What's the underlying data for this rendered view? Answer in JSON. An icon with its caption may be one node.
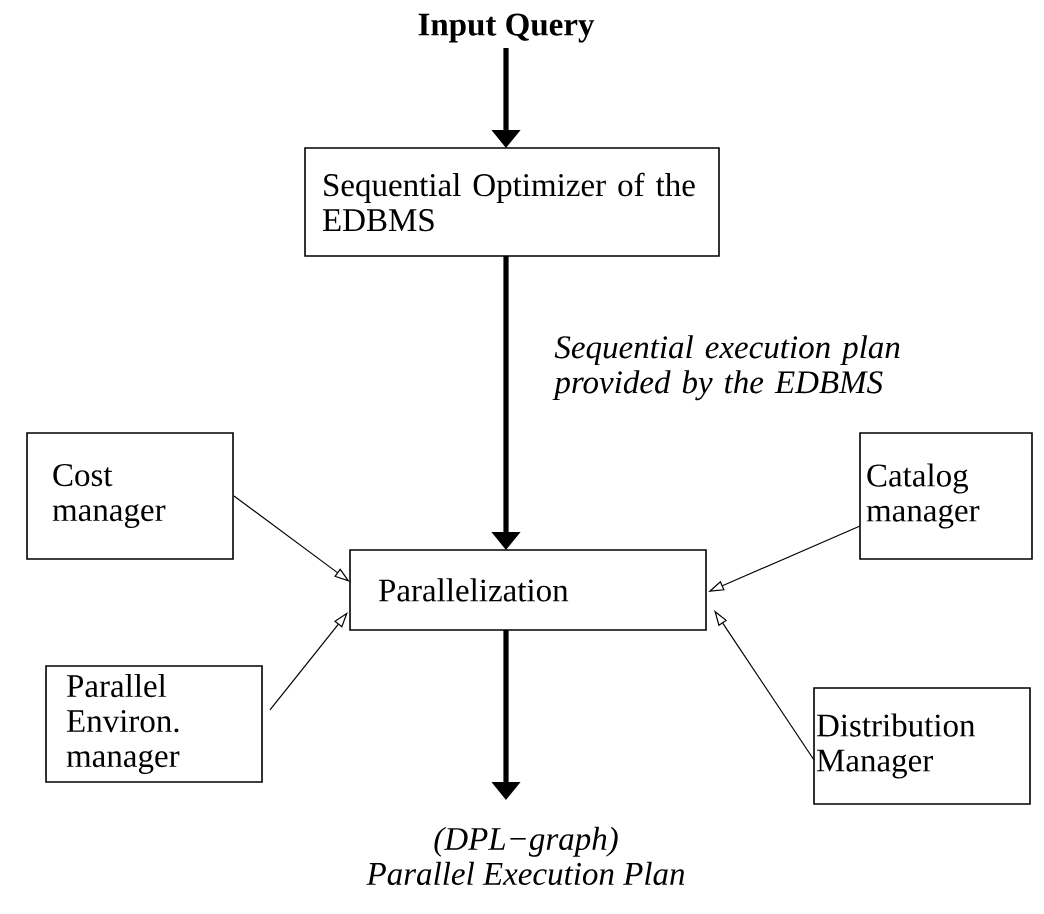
{
  "diagram": {
    "nodes": [
      {
        "text": [
          "Input Query"
        ]
      },
      {
        "text": [
          "Sequential Optimizer of the EDBMS"
        ]
      },
      {
        "text": [
          "Cost manager"
        ]
      },
      {
        "text": [
          "Catalog manager"
        ]
      },
      {
        "text": [
          "Parallelization"
        ]
      },
      {
        "text": [
          "Parallel Environ. manager"
        ]
      },
      {
        "text": [
          "Distribution Manager"
        ]
      },
      {
        "text": [
          "(DPL−graph)",
          "Parallel Execution Plan"
        ]
      }
    ],
    "edges": [
      {
        "from": 0,
        "to": 1,
        "arrow": "to",
        "style": "thick"
      },
      {
        "from": 1,
        "to": 4,
        "arrow": "to",
        "style": "thick",
        "label": "Sequential execution plan provided by the EDBMS"
      },
      {
        "from": 2,
        "to": 4,
        "arrow": "to"
      },
      {
        "from": 3,
        "to": 4,
        "arrow": "to"
      },
      {
        "from": 5,
        "to": 4,
        "arrow": "to"
      },
      {
        "from": 6,
        "to": 4,
        "arrow": "to"
      },
      {
        "from": 4,
        "to": 7,
        "arrow": "to",
        "style": "thick"
      }
    ]
  }
}
